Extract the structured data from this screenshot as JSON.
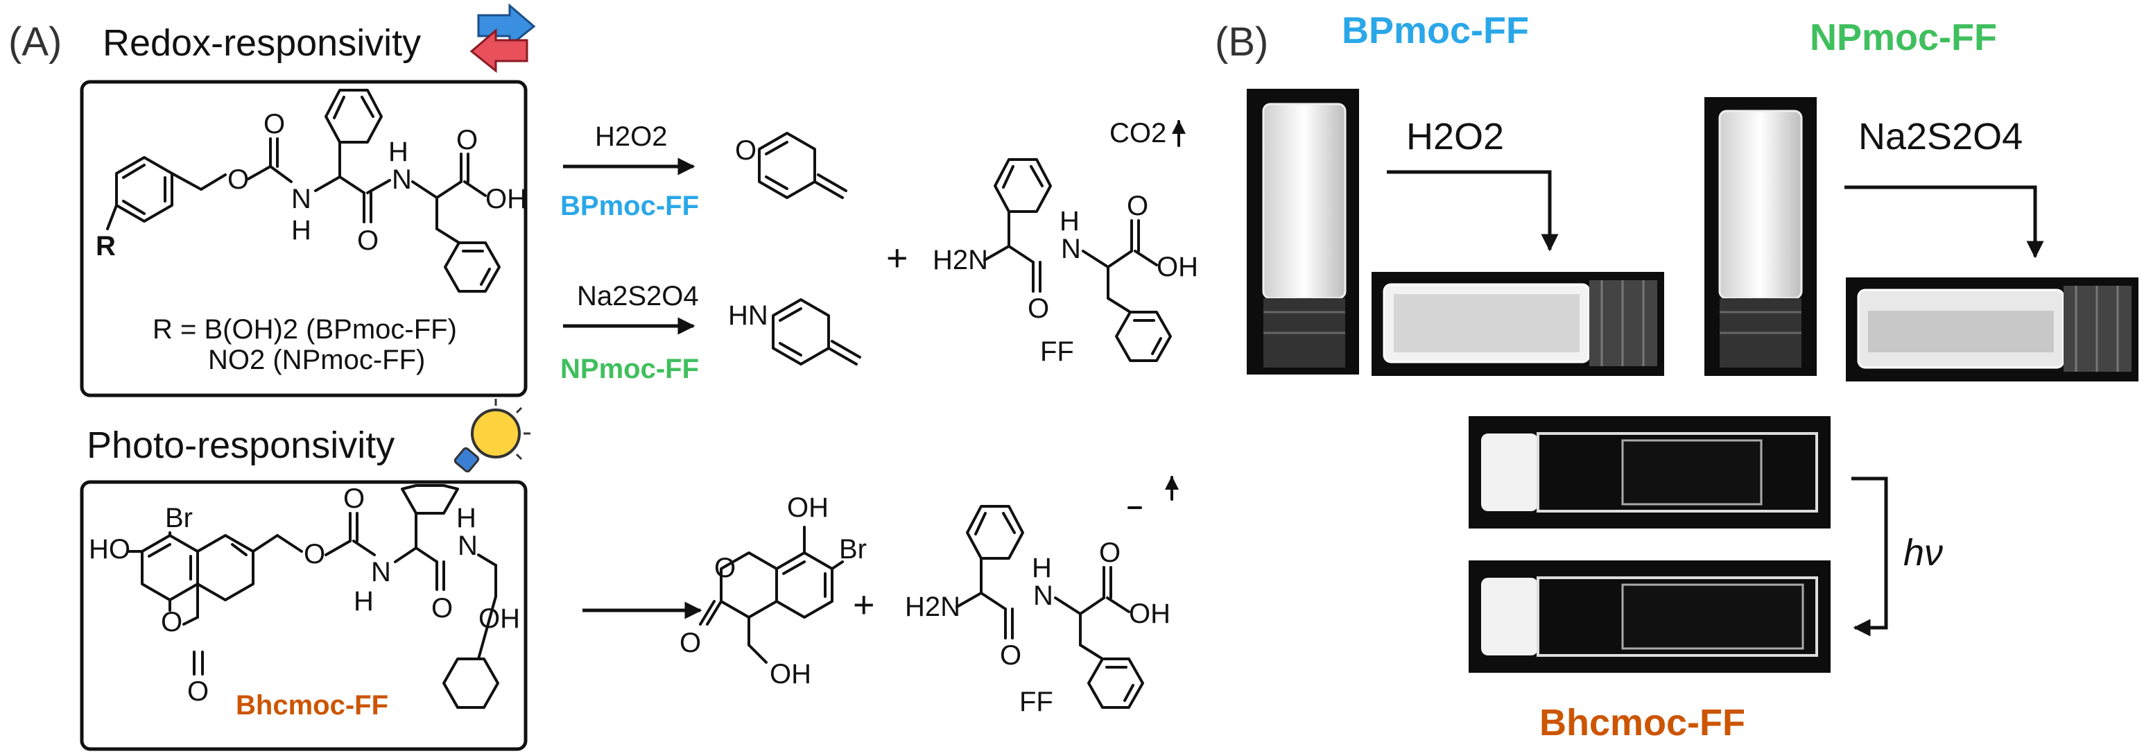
{
  "panel_a": {
    "label": "(A)",
    "redox_heading": "Redox-responsivity",
    "photo_heading": "Photo-responsivity",
    "r_group_text": "R = B(OH)2 (BPmoc-FF)",
    "r_group_text_2": "NO2 (NPmoc-FF)",
    "r_atom": "R",
    "bpmoc_reagent": "H2O2",
    "bpmoc_name": "BPmoc-FF",
    "npmoc_reagent": "Na2S2O4",
    "npmoc_name": "NPmoc-FF",
    "bhcmoc_name": "Bhcmoc-FF",
    "co2": "CO2",
    "ff_label": "FF",
    "plus": "+",
    "atoms": {
      "o": "O",
      "h": "H",
      "oh": "OH",
      "nh": "HN",
      "h2n": "H2N",
      "n": "N",
      "br": "Br",
      "ho": "HO"
    }
  },
  "panel_b": {
    "label": "(B)",
    "bpmoc_title": "BPmoc-FF",
    "npmoc_title": "NPmoc-FF",
    "h2o2": "H2O2",
    "na2s2o4": "Na2S2O4",
    "hv": "hν",
    "bhcmoc_title": "Bhcmoc-FF"
  },
  "colors": {
    "blue": "#2aa7e8",
    "green": "#3fbf5e",
    "orange": "#cc5500",
    "text": "#111111"
  },
  "icons": [
    "redox-arrows-icon",
    "lightbulb-icon"
  ]
}
